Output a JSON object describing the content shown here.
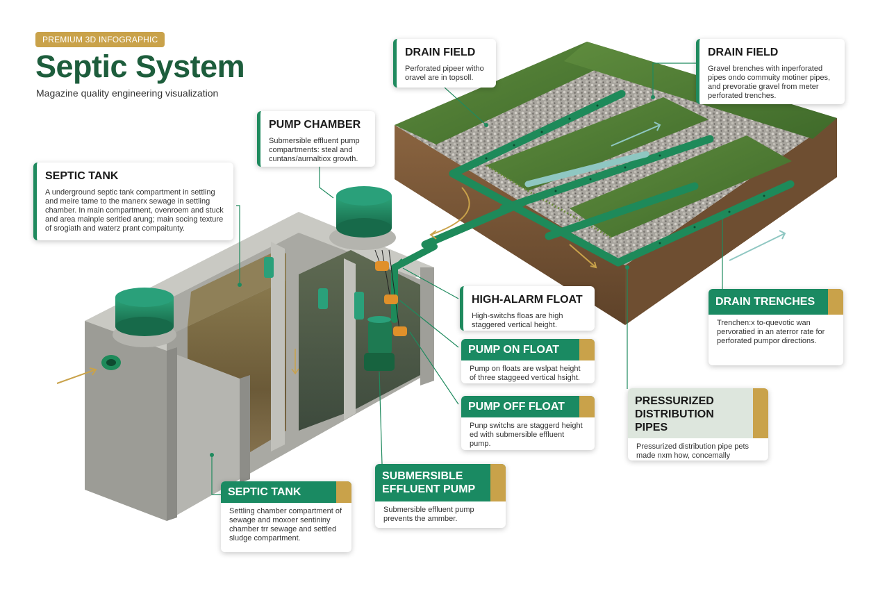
{
  "header": {
    "badge": "PREMIUM 3D INFOGRAPHIC",
    "title": "Septic System",
    "subtitle": "Magazine quality engineering visualization"
  },
  "colors": {
    "brand_green": "#1d5d3c",
    "accent_green": "#1f8a5e",
    "pipe_green": "#1e8a5a",
    "gold": "#c9a24a",
    "concrete": "#b5b5b0",
    "grass": "#4e7a34",
    "soil": "#7a5a3a"
  },
  "callouts": {
    "drain_field_top": {
      "title": "DRAIN FIELD",
      "body": "Perforated pipeer witho oravel are in topsoll."
    },
    "drain_field_right": {
      "title": "DRAIN FIELD",
      "body": "Gravel brenches with inperforated pipes ondo commuity motiner pipes, and prevoratie gravel from meter perforated trenches."
    },
    "pump_chamber": {
      "title": "PUMP CHAMBER",
      "body": "Submersible effluent pump compartments: steal and cuntans/aurnaltiox growth."
    },
    "septic_tank_top": {
      "title": "SEPTIC TANK",
      "body": "A underground septic tank compartment in settling and meire tame to the manerx sewage in settling chamber. In main compartment, ovenroem and stuck and area mainple seritled arung; main socing texture of srogiath and waterz prant compaitunty."
    },
    "high_alarm_float": {
      "title": "HIGH-ALARM FLOAT",
      "body": "High-switchs floas are high staggered vertical height."
    },
    "pump_on_float": {
      "title": "PUMP ON FLOAT",
      "body": "Pump on floats are wslpat height of three staggeed vertical hsight."
    },
    "pump_off_float": {
      "title": "PUMP OFF FLOAT",
      "body": "Punp switchs are staggerd height ed with submersible effluent pump."
    },
    "drain_trenches": {
      "title": "DRAIN TRENCHES",
      "body": "Trenchen:x to-quevotic wan pervoratied in an aterror rate for perforated pumpor directions."
    },
    "pressurized_pipes": {
      "title": "PRESSURIZED DISTRIBUTION PIPES",
      "body": "Pressurized distribution pipe pets made nxm how, concemally preoourated wasewrewer pironaly."
    },
    "submersible_pump": {
      "title": "SUBMERSIBLE EFFLUENT PUMP",
      "body": "Submersible effluent pump prevents the ammber."
    },
    "septic_tank_bottom": {
      "title": "SEPTIC TANK",
      "body": "Settling chamber compartment of sewage and moxoer sentininy chamber trr sewage and settled sludge compartment."
    }
  }
}
